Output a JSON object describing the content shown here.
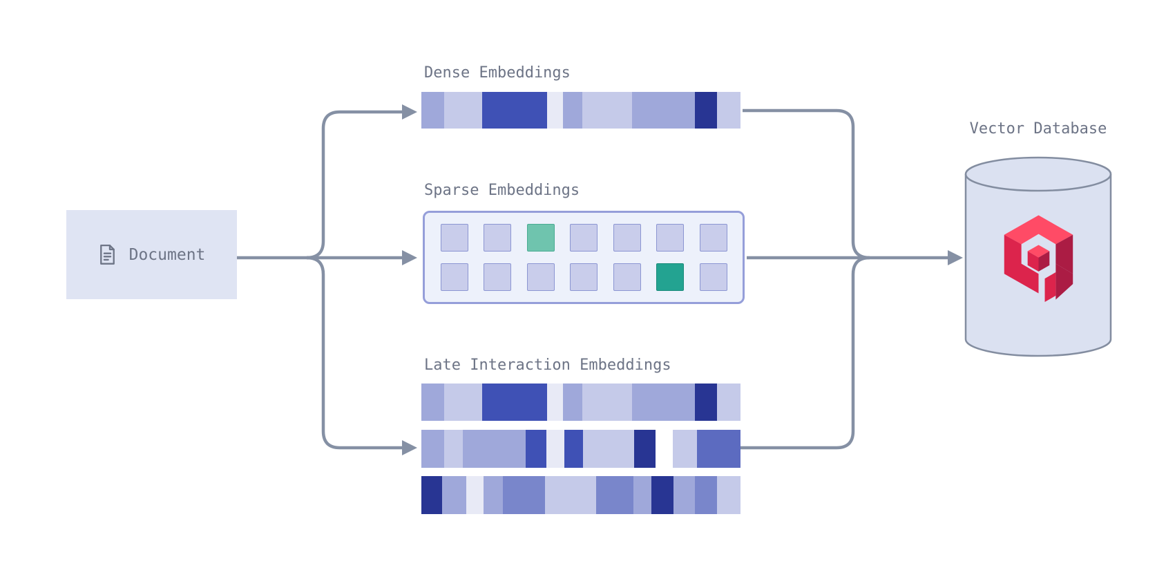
{
  "diagram_title": "Document to multi-vector embeddings flow",
  "nodes": {
    "document": {
      "label": "Document",
      "icon": "file-text-icon"
    },
    "dense": {
      "label": "Dense Embeddings"
    },
    "sparse": {
      "label": "Sparse Embeddings"
    },
    "late": {
      "label": "Late Interaction Embeddings"
    },
    "database": {
      "label": "Vector Database",
      "logo": "qdrant-logo"
    }
  },
  "palette": {
    "indigo_navy": "#283593",
    "indigo_dark": "#3F51B5",
    "indigo_blue": "#5C6BC0",
    "indigo_medblue": "#7986CB",
    "indigo_medium": "#9FA8DA",
    "indigo_light": "#C5CAE9",
    "indigo_pale": "#E8EAF6",
    "teal_light": "#6FC4AE",
    "teal_dark": "#23A391",
    "connector_gray": "#8590A4",
    "label_gray": "#6D7486",
    "doc_box_bg": "#DFE4F3",
    "sparse_panel_bg": "#EDF1FB",
    "sparse_panel_border": "#959ED9",
    "cylinder_fill": "#DBE1F1",
    "cylinder_stroke": "#838DA0",
    "logo_red_light": "#FF4B66",
    "logo_red_mid": "#DC244C",
    "logo_red_dark": "#AB1C44"
  },
  "dense_bar": {
    "segments": [
      {
        "w": 33,
        "color": "#9FA8DA"
      },
      {
        "w": 55,
        "color": "#C5CAE9"
      },
      {
        "w": 94,
        "color": "#3F51B5"
      },
      {
        "w": 23,
        "color": "#E8EAF6"
      },
      {
        "w": 28,
        "color": "#9FA8DA"
      },
      {
        "w": 72,
        "color": "#C5CAE9"
      },
      {
        "w": 91,
        "color": "#9FA8DA"
      },
      {
        "w": 32,
        "color": "#283593"
      },
      {
        "w": 34,
        "color": "#C5CAE9"
      }
    ]
  },
  "sparse_grid": {
    "rows": 2,
    "cols": 7,
    "cells": [
      "default",
      "default",
      "teal_light",
      "default",
      "default",
      "default",
      "default",
      "default",
      "default",
      "default",
      "default",
      "default",
      "teal_dark",
      "default"
    ],
    "cell_colors": {
      "default": {
        "fill": "#C9CDEB",
        "border": "#8B95D2"
      },
      "teal_light": {
        "fill": "#6FC4AE",
        "border": "#49AB92"
      },
      "teal_dark": {
        "fill": "#23A391",
        "border": "#188A79"
      }
    }
  },
  "late_bars": [
    [
      {
        "w": 33,
        "color": "#9FA8DA"
      },
      {
        "w": 55,
        "color": "#C5CAE9"
      },
      {
        "w": 94,
        "color": "#3F51B5"
      },
      {
        "w": 23,
        "color": "#E8EAF6"
      },
      {
        "w": 28,
        "color": "#9FA8DA"
      },
      {
        "w": 72,
        "color": "#C5CAE9"
      },
      {
        "w": 91,
        "color": "#9FA8DA"
      },
      {
        "w": 32,
        "color": "#283593"
      },
      {
        "w": 34,
        "color": "#C5CAE9"
      }
    ],
    [
      {
        "w": 33,
        "color": "#9FA8DA"
      },
      {
        "w": 27,
        "color": "#C5CAE9"
      },
      {
        "w": 90,
        "color": "#9FA8DA"
      },
      {
        "w": 30,
        "color": "#3F51B5"
      },
      {
        "w": 26,
        "color": "#E8EAF6"
      },
      {
        "w": 26,
        "color": "#3F51B5"
      },
      {
        "w": 74,
        "color": "#C5CAE9"
      },
      {
        "w": 31,
        "color": "#283593"
      },
      {
        "w": 25,
        "color": "none"
      },
      {
        "w": 34,
        "color": "#C5CAE9"
      },
      {
        "w": 63,
        "color": "#5C6BC0"
      }
    ],
    [
      {
        "w": 30,
        "color": "#283593"
      },
      {
        "w": 35,
        "color": "#9FA8DA"
      },
      {
        "w": 25,
        "color": "#E8EAF6"
      },
      {
        "w": 28,
        "color": "#9FA8DA"
      },
      {
        "w": 61,
        "color": "#7986CB"
      },
      {
        "w": 73,
        "color": "#C5CAE9"
      },
      {
        "w": 54,
        "color": "#7986CB"
      },
      {
        "w": 26,
        "color": "#9FA8DA"
      },
      {
        "w": 32,
        "color": "#283593"
      },
      {
        "w": 31,
        "color": "#9FA8DA"
      },
      {
        "w": 32,
        "color": "#7986CB"
      },
      {
        "w": 34,
        "color": "#C5CAE9"
      }
    ]
  ]
}
